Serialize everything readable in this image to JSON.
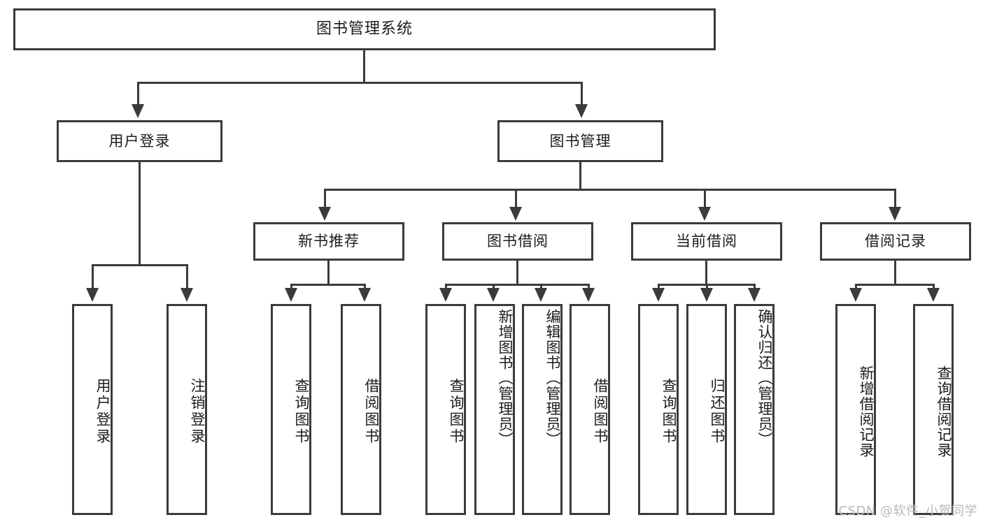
{
  "diagram": {
    "title": "图书管理系统",
    "type": "tree-hierarchy-flowchart",
    "colors": {
      "stroke": "#3b3b3b",
      "fill": "#ffffff",
      "text": "#1c1c1c",
      "watermark": "#b9b9b9"
    },
    "root": {
      "label": "图书管理系统"
    },
    "level1": [
      {
        "id": "user-login",
        "label": "用户登录"
      },
      {
        "id": "book-management",
        "label": "图书管理"
      }
    ],
    "level2": [
      {
        "id": "new-book-recommend",
        "label": "新书推荐",
        "parent": "book-management"
      },
      {
        "id": "book-borrow",
        "label": "图书借阅",
        "parent": "book-management"
      },
      {
        "id": "current-borrow",
        "label": "当前借阅",
        "parent": "book-management"
      },
      {
        "id": "borrow-record",
        "label": "借阅记录",
        "parent": "book-management"
      }
    ],
    "leaves": {
      "user-login": [
        {
          "id": "leaf-user-login",
          "label": "用户登录"
        },
        {
          "id": "leaf-logout-login",
          "label": "注销登录"
        }
      ],
      "new-book-recommend": [
        {
          "id": "leaf-query-book-1",
          "label": "查询图书"
        },
        {
          "id": "leaf-borrow-book-1",
          "label": "借阅图书"
        }
      ],
      "book-borrow": [
        {
          "id": "leaf-query-book-2",
          "label": "查询图书"
        },
        {
          "id": "leaf-add-book",
          "label": "新增图书（管理员）"
        },
        {
          "id": "leaf-edit-book",
          "label": "编辑图书（管理员）"
        },
        {
          "id": "leaf-borrow-book-2",
          "label": "借阅图书"
        }
      ],
      "current-borrow": [
        {
          "id": "leaf-query-book-3",
          "label": "查询图书"
        },
        {
          "id": "leaf-return-book",
          "label": "归还图书"
        },
        {
          "id": "leaf-confirm-return",
          "label": "确认归还（管理员）"
        }
      ],
      "borrow-record": [
        {
          "id": "leaf-add-record",
          "label": "新增借阅记录"
        },
        {
          "id": "leaf-query-record",
          "label": "查询借阅记录"
        }
      ]
    }
  },
  "watermark": {
    "text": "CSDN @软件_小贺同学"
  }
}
